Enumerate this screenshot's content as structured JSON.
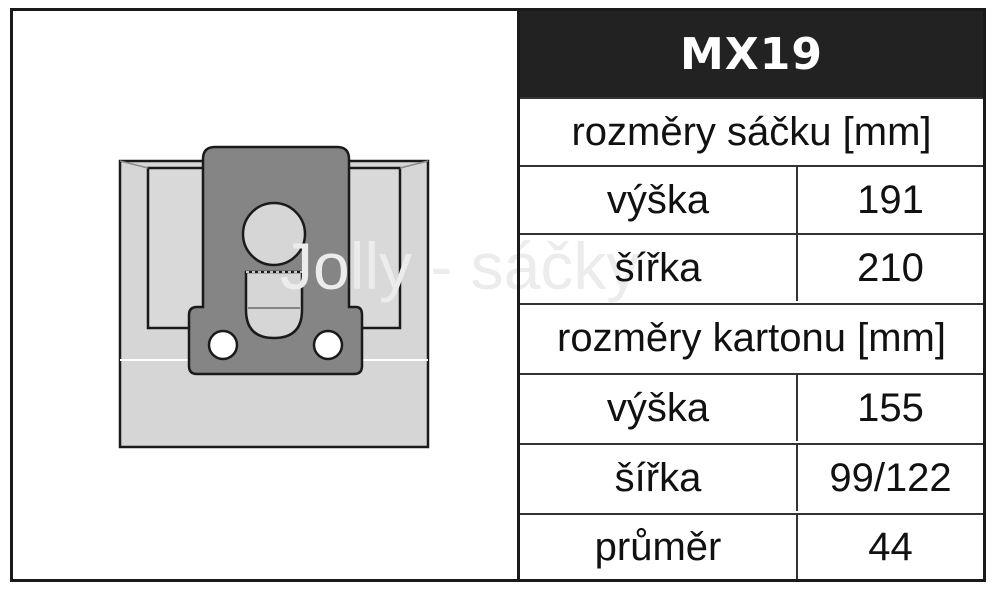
{
  "header": {
    "model": "MX19"
  },
  "bag_dimensions": {
    "heading": "rozměry sáčku [mm]",
    "rows": [
      {
        "label": "výška",
        "value": "191"
      },
      {
        "label": "šířka",
        "value": "210"
      }
    ]
  },
  "carton_dimensions": {
    "heading": "rozměry kartonu [mm]",
    "rows": [
      {
        "label": "výška",
        "value": "155"
      },
      {
        "label": "šířka",
        "value": "99/122"
      },
      {
        "label": "průměr",
        "value": "44"
      }
    ]
  },
  "watermark": "Jolly - sáčky",
  "colors": {
    "title_bg": "#222222",
    "plate": "#858585",
    "bag_fill": "#d6d6d6",
    "border": "#1a1a1a"
  }
}
